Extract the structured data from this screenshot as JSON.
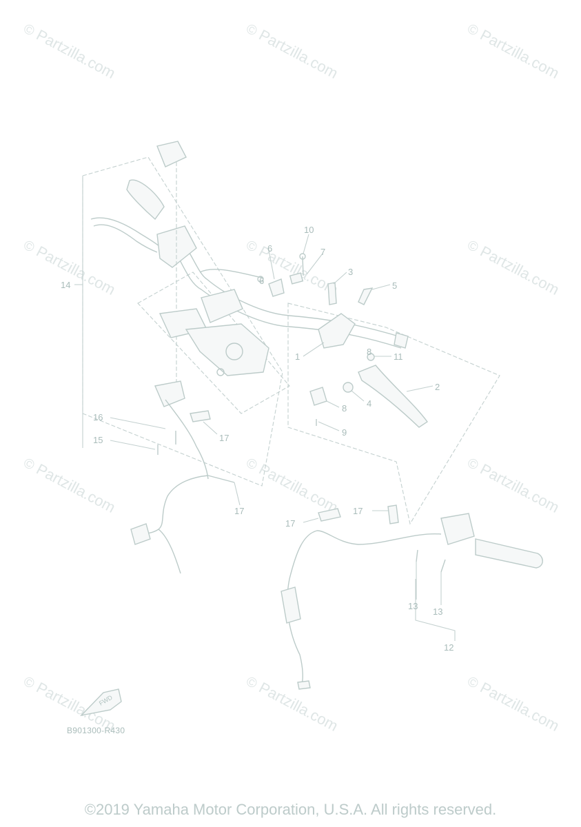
{
  "watermark": {
    "copyright_symbol": "©",
    "text": "Partzilla.com"
  },
  "callouts": {
    "c1": "1",
    "c2": "2",
    "c3": "3",
    "c4": "4",
    "c5": "5",
    "c6": "6",
    "c7": "7",
    "c8": "8",
    "c9": "9",
    "c10": "10",
    "c11": "11",
    "c12": "12",
    "c13a": "13",
    "c13b": "13",
    "c14": "14",
    "c15": "15",
    "c16": "16",
    "c17a": "17",
    "c17b": "17",
    "c17c": "17",
    "c17d": "17",
    "c6b": "6",
    "c8b": "8"
  },
  "fwd_label": "FWD",
  "diagram_code": "B901300-R430",
  "footer": "©2019 Yamaha Motor Corporation, U.S.A. All rights reserved.",
  "colors": {
    "line": "#bccbc9",
    "watermark": "#dfe6e6",
    "text": "#a9bcba"
  }
}
